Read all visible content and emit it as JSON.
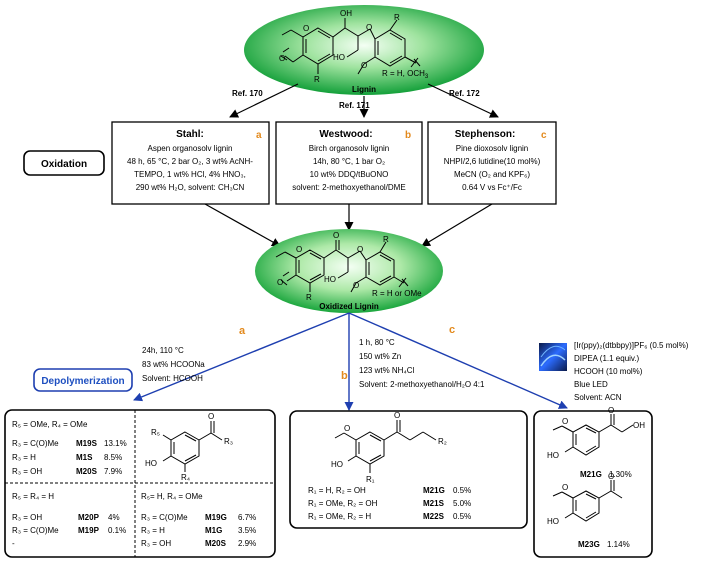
{
  "lignin": {
    "label": "Lignin",
    "substituent": "R = H, OCH",
    "sub3": "3",
    "atoms": {
      "O": "O",
      "OH": "OH",
      "HO": "HO",
      "R": "R"
    }
  },
  "refs": {
    "left": "Ref. 170",
    "center": "Ref. 171",
    "right": "Ref. 172"
  },
  "oxidation_label": "Oxidation",
  "stahl": {
    "title": "Stahl:",
    "letter": "a",
    "lines": [
      "Aspen organosolv lignin",
      "48 h, 65 °C, 2 bar O₂, 3 wt% AcNH-",
      "TEMPO, 1 wt% HCl, 4% HNO₃,",
      "290 wt% H₂O, solvent: CH₃CN"
    ]
  },
  "westwood": {
    "title": "Westwood:",
    "letter": "b",
    "lines": [
      "Birch organosolv lignin",
      "14h, 80 °C, 1 bar O₂",
      "10 wt% DDQ/tBuONO",
      "solvent: 2-methoxyethanol/DME"
    ]
  },
  "stephenson": {
    "title": "Stephenson:",
    "letter": "c",
    "lines": [
      "Pine dioxosolv lignin",
      "NHPI/2,6 lutidine(10 mol%)",
      "MeCN (O₂ and KPF₆)",
      "0.64 V vs Fc⁺/Fc"
    ]
  },
  "oxidized": {
    "label": "Oxidized Lignin",
    "substituent": "R = H or OMe"
  },
  "branches": {
    "a": "a",
    "b": "b",
    "c": "c"
  },
  "depolymerization_label": "Depolymerization",
  "cond_a": [
    "24h, 110 °C",
    "83 wt%  HCOONa",
    "Solvent: HCOOH"
  ],
  "cond_b": [
    "1 h, 80 °C",
    "150 wt%   Zn",
    "123 wt%   NH₄Cl",
    "Solvent: 2-methoxyethanol/H₂O 4:1"
  ],
  "cond_c": [
    "[Ir(ppy)₂(dtbbpy)]PF₆ (0.5 mol%)",
    "DIPEA (1.1 equiv.)",
    "HCOOH (10 mol%)",
    "Blue LED",
    "Solvent: ACN"
  ],
  "box_a": {
    "q1_header": "R₅ = OMe, R₄ = OMe",
    "q1_rows": [
      {
        "r": "R₃ = C(O)Me",
        "id": "M19S",
        "val": "13.1%"
      },
      {
        "r": "R₃ = H",
        "id": "M1S",
        "val": "8.5%"
      },
      {
        "r": "R₃ = OH",
        "id": "M20S",
        "val": "7.9%"
      }
    ],
    "q3_header": "R₅ = R₄ = H",
    "q3_rows": [
      {
        "r": "R₃ =  OH",
        "id": "M20P",
        "val": "4%"
      },
      {
        "r": "R₃ =  C(O)Me",
        "id": "M19P",
        "val": "0.1%"
      },
      {
        "r": "-",
        "id": "",
        "val": ""
      }
    ],
    "q4_header": "R₅= H, R₄ = OMe",
    "q4_rows": [
      {
        "r": "R₃ = C(O)Me",
        "id": "M19G",
        "val": "6.7%"
      },
      {
        "r": "R₃ = H",
        "id": "M1G",
        "val": "3.5%"
      },
      {
        "r": "R₃ = OH",
        "id": "M20S",
        "val": "2.9%"
      }
    ],
    "struct": {
      "R5": "R₅",
      "R3": "R₃",
      "R4": "R₄",
      "HO": "HO"
    }
  },
  "box_b": {
    "rows": [
      {
        "r": "R₁ = H,     R₂ = OH",
        "id": "M21G",
        "val": "0.5%"
      },
      {
        "r": "R₁ = OMe, R₂ = OH",
        "id": "M21S",
        "val": "5.0%"
      },
      {
        "r": "R₁ = OMe, R₂ = H",
        "id": "M22S",
        "val": "0.5%"
      }
    ],
    "struct": {
      "R1": "R₁",
      "R2": "R₂",
      "HO": "HO"
    }
  },
  "box_c": {
    "p1": {
      "id": "M21G",
      "val": "1.30%"
    },
    "p2": {
      "id": "M23G",
      "val": "1.14%"
    },
    "struct": {
      "HO": "HO",
      "OH": "OH"
    }
  },
  "colors": {
    "accent_orange": "#e38a1d",
    "accent_blue": "#1e4fc0",
    "ellipse_green": "#17a23a"
  }
}
